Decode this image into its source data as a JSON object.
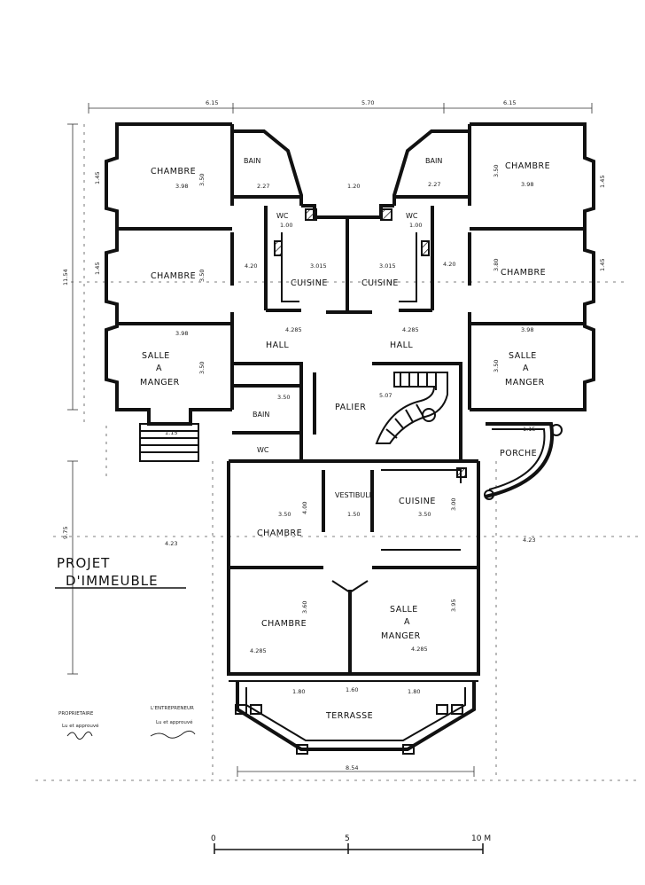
{
  "title": {
    "line1": "PROJET",
    "line2": "D'IMMEUBLE"
  },
  "rooms": {
    "chambre_nw": "CHAMBRE",
    "chambre_w": "CHAMBRE",
    "salle_w_1": "SALLE",
    "salle_w_2": "A",
    "salle_w_3": "MANGER",
    "bain_nw": "BAIN",
    "wc_nw": "WC",
    "cuisine_nw": "CUISINE",
    "cuisine_ne": "CUISINE",
    "bain_ne": "BAIN",
    "wc_ne": "WC",
    "chambre_ne": "CHAMBRE",
    "chambre_e": "CHAMBRE",
    "salle_e_1": "SALLE",
    "salle_e_2": "A",
    "salle_e_3": "MANGER",
    "hall_w": "HALL",
    "hall_e": "HALL",
    "palier": "PALIER",
    "bain_c": "BAIN",
    "wc_c": "WC",
    "porche": "PORCHE",
    "vestibule": "VESTIBULE",
    "cuisine_s": "CUISINE",
    "chambre_s1": "CHAMBRE",
    "chambre_s2": "CHAMBRE",
    "salle_s_1": "SALLE",
    "salle_s_2": "A",
    "salle_s_3": "MANGER",
    "terrasse": "TERRASSE"
  },
  "dims": {
    "top_left": "6.15",
    "top_mid": "5.70",
    "top_right": "6.15",
    "left_total": "11.54",
    "left_lower": "9.75",
    "bottom_total": "8.54",
    "ch_nw_w": "3.98",
    "ch_nw_h": "3.50",
    "ch_w_h": "3.50",
    "salle_w_w": "3.98",
    "salle_w_h": "3.50",
    "ch_ne_w": "3.98",
    "ch_ne_h": "3.50",
    "ch_e_h": "3.80",
    "salle_e_w": "3.98",
    "salle_e_h": "3.50",
    "cuis_nw": "3.015",
    "cuis_ne": "3.015",
    "hall_w": "4.285",
    "hall_e": "4.285",
    "bain_c": "3.50",
    "palier": "5.07",
    "vest": "1.50",
    "ch_s1_w": "3.50",
    "ch_s1_h": "4.00",
    "cuis_s_w": "3.50",
    "cuis_s_h": "3.00",
    "ch_s2_w": "4.285",
    "ch_s2_h": "3.60",
    "salle_s_w": "4.285",
    "salle_s_h": "3.95",
    "left_423": "4.23",
    "right_423": "4.23",
    "wc_nw": "1.00",
    "wc_ne": "1.00",
    "bain_nw": "2.27",
    "bain_ne": "2.27",
    "mid_120": "1.20",
    "porche_115": "1.15",
    "entry_115": "1.15",
    "ch_w_420": "4.20",
    "ch_e_420": "4.20",
    "side_145a": "1.45",
    "side_145b": "1.45",
    "side_145c": "1.45",
    "side_145d": "1.45",
    "terr_180a": "1.80",
    "terr_180b": "1.80",
    "terr_160": "1.60"
  },
  "signatures": {
    "left_title": "PROPRIETAIRE",
    "left_line": "Lu et approuvé",
    "right_title": "L'ENTREPRENEUR",
    "right_line": "Lu et approuvé"
  },
  "scale": {
    "zero": "0",
    "mid": "5",
    "end": "10 M"
  }
}
